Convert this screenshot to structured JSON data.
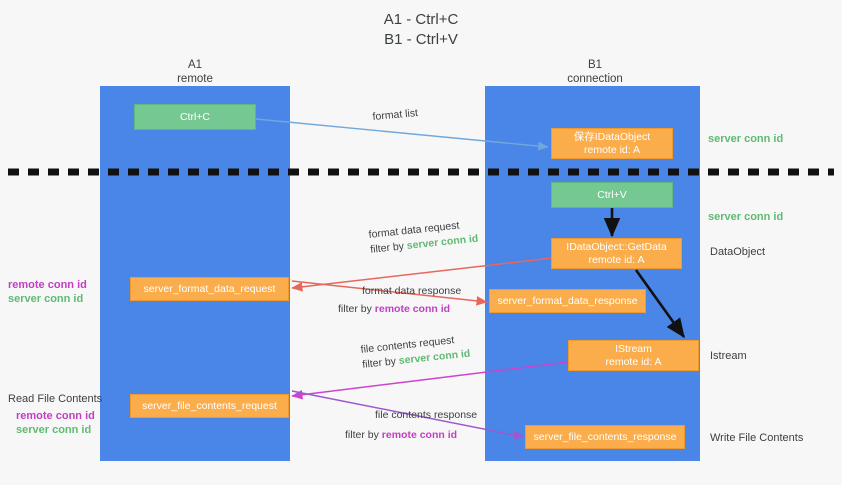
{
  "title": {
    "line1": "A1 - Ctrl+C",
    "line2": "B1 - Ctrl+V"
  },
  "colors": {
    "lane": "#4a86e8",
    "green_box": "#76c893",
    "orange_box": "#fbad4b",
    "server_conn_id": "#5fba72",
    "remote_conn_id": "#c23ec2",
    "arrow_blue": "#6fa8dc",
    "arrow_red": "#e8675a",
    "arrow_magenta": "#cc44cc",
    "arrow_purple": "#9b59d0",
    "arrow_black": "#000000",
    "background": "#f7f7f7"
  },
  "lanes": [
    {
      "name": "A1",
      "sub": "remote"
    },
    {
      "name": "B1",
      "sub": "connection"
    }
  ],
  "boxes": {
    "ctrl_c": "Ctrl+C",
    "ctrl_v": "Ctrl+V",
    "idataobject_title": "保存IDataObject",
    "idataobject_sub": "remote id: A",
    "getdata_title": "IDataObject::GetData",
    "getdata_sub": "remote id: A",
    "istream_title": "IStream",
    "istream_sub": "remote id: A",
    "server_format_data_request": "server_format_data_request",
    "server_format_data_response": "server_format_data_response",
    "server_file_contents_request": "server_file_contents_request",
    "server_file_contents_response": "server_file_contents_response"
  },
  "edges": {
    "format_list": "format list",
    "format_data_request": "format data request",
    "format_data_request_filter_prefix": "filter by ",
    "format_data_request_filter_value": "server conn id",
    "format_data_response": "format data response",
    "format_data_response_filter_prefix": "filter by ",
    "format_data_response_filter_value": "remote conn id",
    "file_contents_request": "file contents request",
    "file_contents_request_filter_prefix": "filter by ",
    "file_contents_request_filter_value": "server conn id",
    "file_contents_response": "file contents response",
    "file_contents_response_filter_prefix": "filter by ",
    "file_contents_response_filter_value": "remote conn id"
  },
  "right_labels": {
    "server_conn_id_top": "server conn id",
    "server_conn_id_mid": "server conn id",
    "dataobject": "DataObject",
    "istream": "Istream",
    "write_file_contents": "Write File Contents"
  },
  "left_labels": {
    "remote_conn_id_upper": "remote conn id",
    "server_conn_id_upper": "server conn id",
    "read_file_contents": "Read File Contents",
    "remote_conn_id_lower": "remote conn id",
    "server_conn_id_lower": "server conn id"
  }
}
